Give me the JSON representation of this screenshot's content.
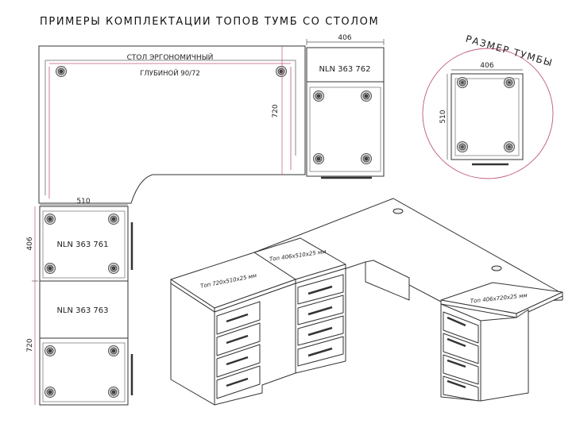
{
  "title": "ПРИМЕРЫ КОМПЛЕКТАЦИИ ТОПОВ ТУМБ СО СТОЛОМ",
  "desk": {
    "name": "СТОЛ ЭРГОНОМИЧНЫЙ",
    "depth": "ГЛУБИНОЙ 90/72",
    "dim_height": "720",
    "dim_width": "510"
  },
  "pedestals": {
    "top_right": {
      "code": "NLN 363 762",
      "dim": "406"
    },
    "left_upper": {
      "code": "NLN 363 761",
      "dim": "406"
    },
    "left_lower": {
      "code": "NLN 363 763",
      "dim": "720"
    }
  },
  "size_callout": {
    "label": "РАЗМЕР ТУМБЫ",
    "width": "406",
    "depth": "510"
  },
  "iso_tops": {
    "left": "Топ 720x510x25 мм",
    "middle": "Топ 406x510x25 мм",
    "right": "Топ 406x720x25 мм"
  },
  "colors": {
    "line": "#333333",
    "dim_line": "#c0587a",
    "caster": "#777777"
  }
}
